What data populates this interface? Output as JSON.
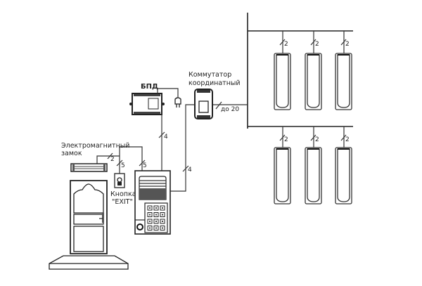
{
  "labels": {
    "power_unit": "БПД",
    "switch_line1": "Коммутатор",
    "switch_line2": "координатный",
    "lock_line1": "Электромагнитный",
    "lock_line2": "замок",
    "button_line1": "Кнопка",
    "button_line2": "\"EXIT\""
  },
  "wire_counts": {
    "panel_to_psu": "4",
    "panel_to_switch": "4",
    "lock_wire": "2",
    "button_wire": "5",
    "panel_top_wire": "5",
    "switch_to_bus": "до 20",
    "handset_wire": "2"
  },
  "handsets": {
    "rows": 2,
    "per_row": 3
  },
  "keypad": {
    "rows": 4,
    "cols": 3
  }
}
